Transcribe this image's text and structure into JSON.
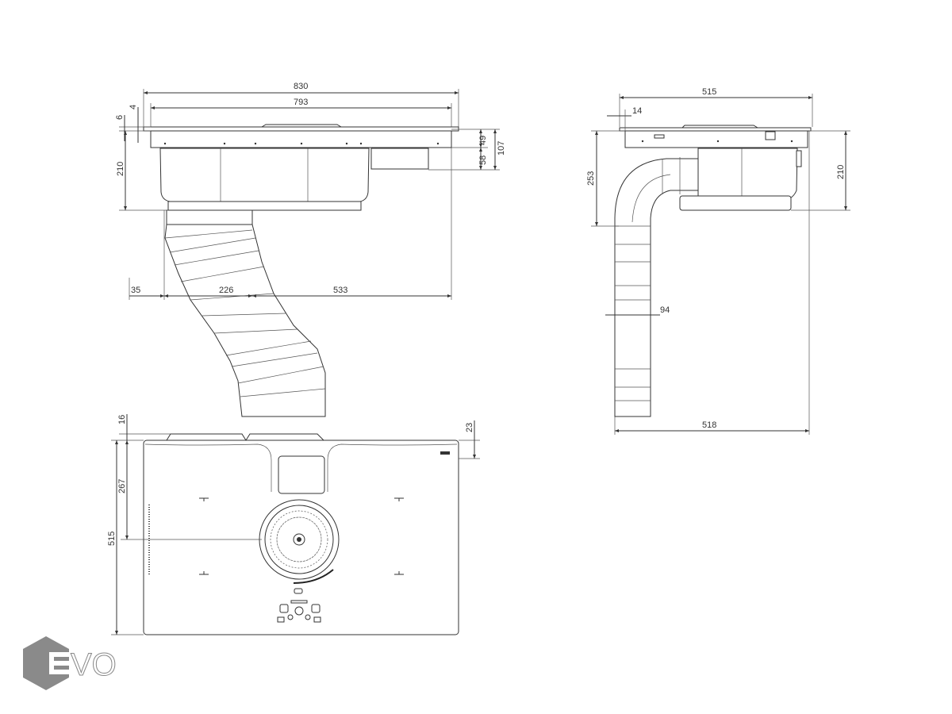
{
  "front_view": {
    "dimensions": {
      "overall_width": "830",
      "cutout_width": "793",
      "glass_thickness": "6",
      "frame_offset": "4",
      "total_depth": "210",
      "frame_height": "49",
      "box_height": "58",
      "side_total": "107",
      "left_offset": "35",
      "duct_width": "226",
      "right_offset": "533"
    }
  },
  "side_view": {
    "dimensions": {
      "overall_depth": "515",
      "front_offset": "14",
      "duct_depth": "253",
      "total_depth": "210",
      "duct_thickness": "94",
      "duct_position": "518"
    }
  },
  "plan_view": {
    "dimensions": {
      "vent_height": "16",
      "edge_offset": "23",
      "center_offset": "267",
      "overall_depth": "515"
    }
  },
  "logo": {
    "text": "EVO",
    "color": "#8a8a8a"
  }
}
